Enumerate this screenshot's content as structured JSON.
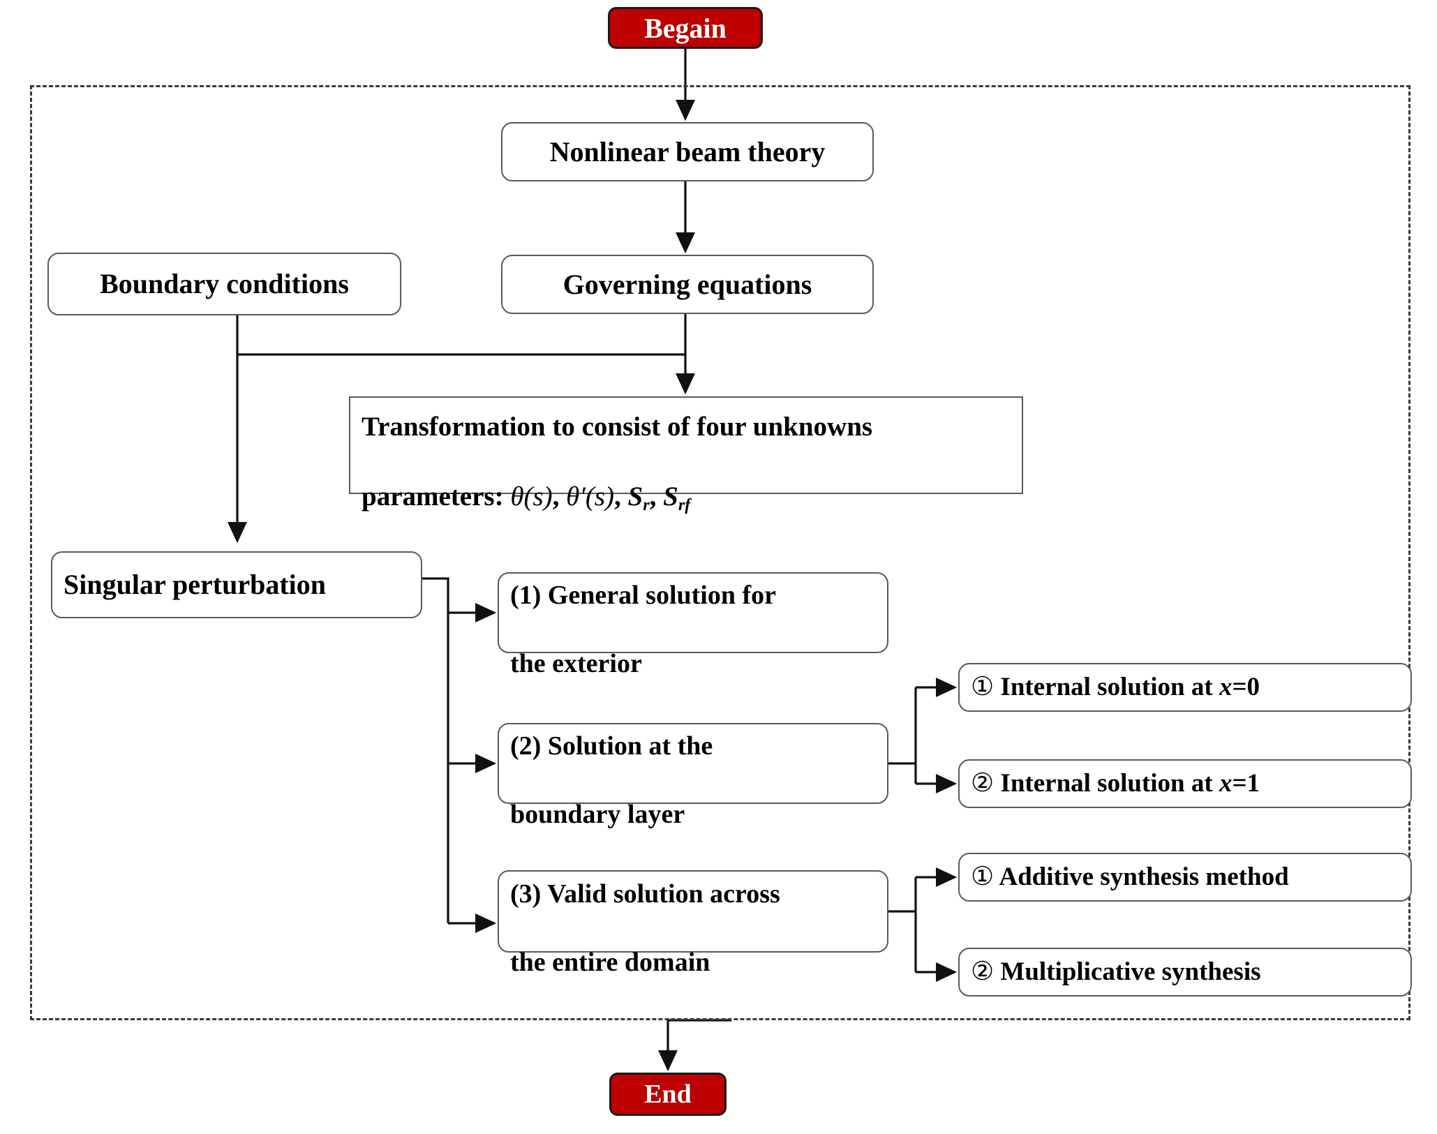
{
  "diagram": {
    "title": "Solution procedure flowchart",
    "frame_style": "dashed",
    "accent_color": "#BE0000",
    "box_border_color": "#595959",
    "terminals": {
      "start_label": "Begain",
      "end_label": "End"
    },
    "nodes": [
      {
        "id": "nonlinear-beam-theory",
        "label": "Nonlinear beam theory"
      },
      {
        "id": "governing-equations",
        "label": "Governing equations"
      },
      {
        "id": "boundary-conditions",
        "label": "Boundary conditions"
      },
      {
        "id": "transformation",
        "label_line1": "Transformation to consist of four unknowns",
        "label_line2_prefix": "parameters: ",
        "label_math": "θ(s), θ′(s), S_r , S_rf"
      },
      {
        "id": "singular-perturbation",
        "label": "Singular perturbation"
      },
      {
        "id": "step-1",
        "label": "(1) General solution for\nthe exterior"
      },
      {
        "id": "step-2",
        "label": "(2) Solution at the\nboundary layer"
      },
      {
        "id": "step-3",
        "label": "(3) Valid solution across\nthe entire domain"
      },
      {
        "id": "internal-solution-x0",
        "label": "① Internal solution at x=0"
      },
      {
        "id": "internal-solution-x1",
        "label": "②  Internal solution at x=1"
      },
      {
        "id": "additive-synthesis",
        "label": "① Additive synthesis method"
      },
      {
        "id": "multiplicative-synthesis",
        "label": "② Multiplicative synthesis"
      }
    ],
    "math": {
      "theta": "θ",
      "theta_prime": "θ′",
      "arg": "(s)",
      "S": "S",
      "sub_r": "r",
      "sub_rf": "rf",
      "comma": ", "
    },
    "labels": {
      "transform_line1": "Transformation to consist of four unknowns",
      "transform_line2": "parameters: ",
      "step1_line1": "(1) General solution for",
      "step1_line2": "the exterior",
      "step2_line1": "(2) Solution at the",
      "step2_line2": "boundary layer",
      "step3_line1": "(3) Valid solution across",
      "step3_line2": "the entire domain",
      "internal_x0_num": "①",
      "internal_x0_text_a": " Internal solution at ",
      "internal_x0_var": "x",
      "internal_x0_text_b": "=0",
      "internal_x1_num": "②",
      "internal_x1_text_a": "  Internal solution at ",
      "internal_x1_var": "x",
      "internal_x1_text_b": "=1",
      "additive_num": "①",
      "additive_text": " Additive synthesis method",
      "multiplicative_num": "②",
      "multiplicative_text": " Multiplicative synthesis"
    }
  }
}
